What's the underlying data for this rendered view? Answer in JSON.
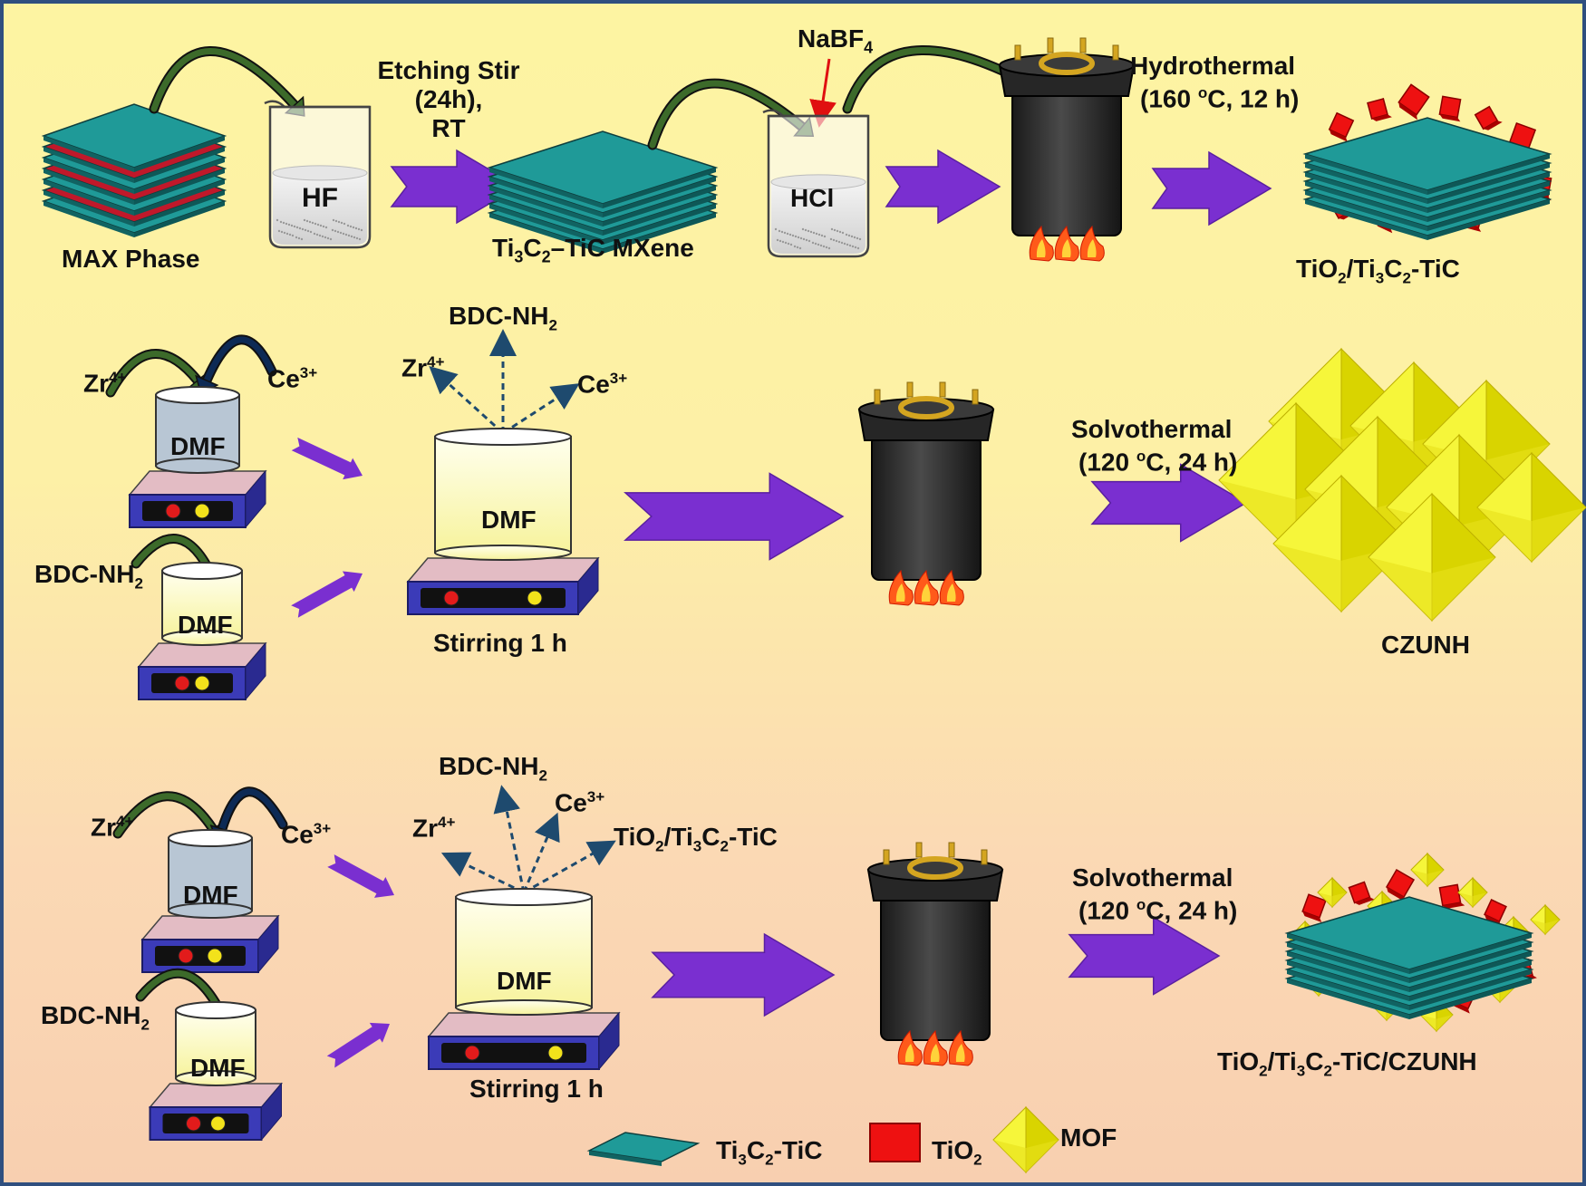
{
  "row1": {
    "max_phase": "MAX Phase",
    "hf": "HF",
    "etching": [
      "Etching Stir",
      "(24h),",
      "RT"
    ],
    "mxene": {
      "a": "Ti",
      "s1": "3",
      "b": "C",
      "s2": "2",
      "c": "–TiC MXene"
    },
    "nabf4": {
      "a": "NaBF",
      "s": "4"
    },
    "hcl": "HCl",
    "hydrothermal": "Hydrothermal",
    "hydro_cond": {
      "a": "(160 ",
      "sup": "o",
      "b": "C, 12 h)"
    },
    "product": {
      "a": "TiO",
      "s1": "2",
      "b": "/Ti",
      "s2": "3",
      "c": "C",
      "s3": "2",
      "d": "-TiC"
    }
  },
  "row2": {
    "zr": {
      "a": "Zr",
      "sup": "4+"
    },
    "ce": {
      "a": "Ce",
      "sup": "3+"
    },
    "dmf": "DMF",
    "bdc": {
      "a": "BDC-NH",
      "s": "2"
    },
    "stirring": "Stirring 1 h",
    "solvothermal": "Solvothermal",
    "solvo_cond": {
      "a": "(120 ",
      "sup": "o",
      "b": "C, 24 h)"
    },
    "product": "CZUNH"
  },
  "row3": {
    "tio2_mx": {
      "a": "TiO",
      "s1": "2",
      "b": "/Ti",
      "s2": "3",
      "c": "C",
      "s3": "2",
      "d": "-TiC"
    },
    "stirring": "Stirring 1 h",
    "solvothermal": "Solvothermal",
    "solvo_cond": {
      "a": "(120 ",
      "sup": "o",
      "b": "C, 24 h)"
    },
    "product": {
      "a": "TiO",
      "s1": "2",
      "b": "/Ti",
      "s2": "3",
      "c": "C",
      "s3": "2",
      "d": "-TiC/CZUNH"
    }
  },
  "legend": {
    "mx": {
      "a": "Ti",
      "s1": "3",
      "b": "C",
      "s2": "2",
      "c": "-TiC"
    },
    "tio2": {
      "a": "TiO",
      "s": "2"
    },
    "mof": "MOF"
  },
  "colors": {
    "mxene": "#1f9a98",
    "red": "#ee1111",
    "mof": "#f2f21c",
    "arrow": "#7a2fd0",
    "dashed": "#1e4a6e",
    "curved": "#3c6a2a",
    "autoclave": "#2b2b2b",
    "gold": "#d4a520"
  }
}
